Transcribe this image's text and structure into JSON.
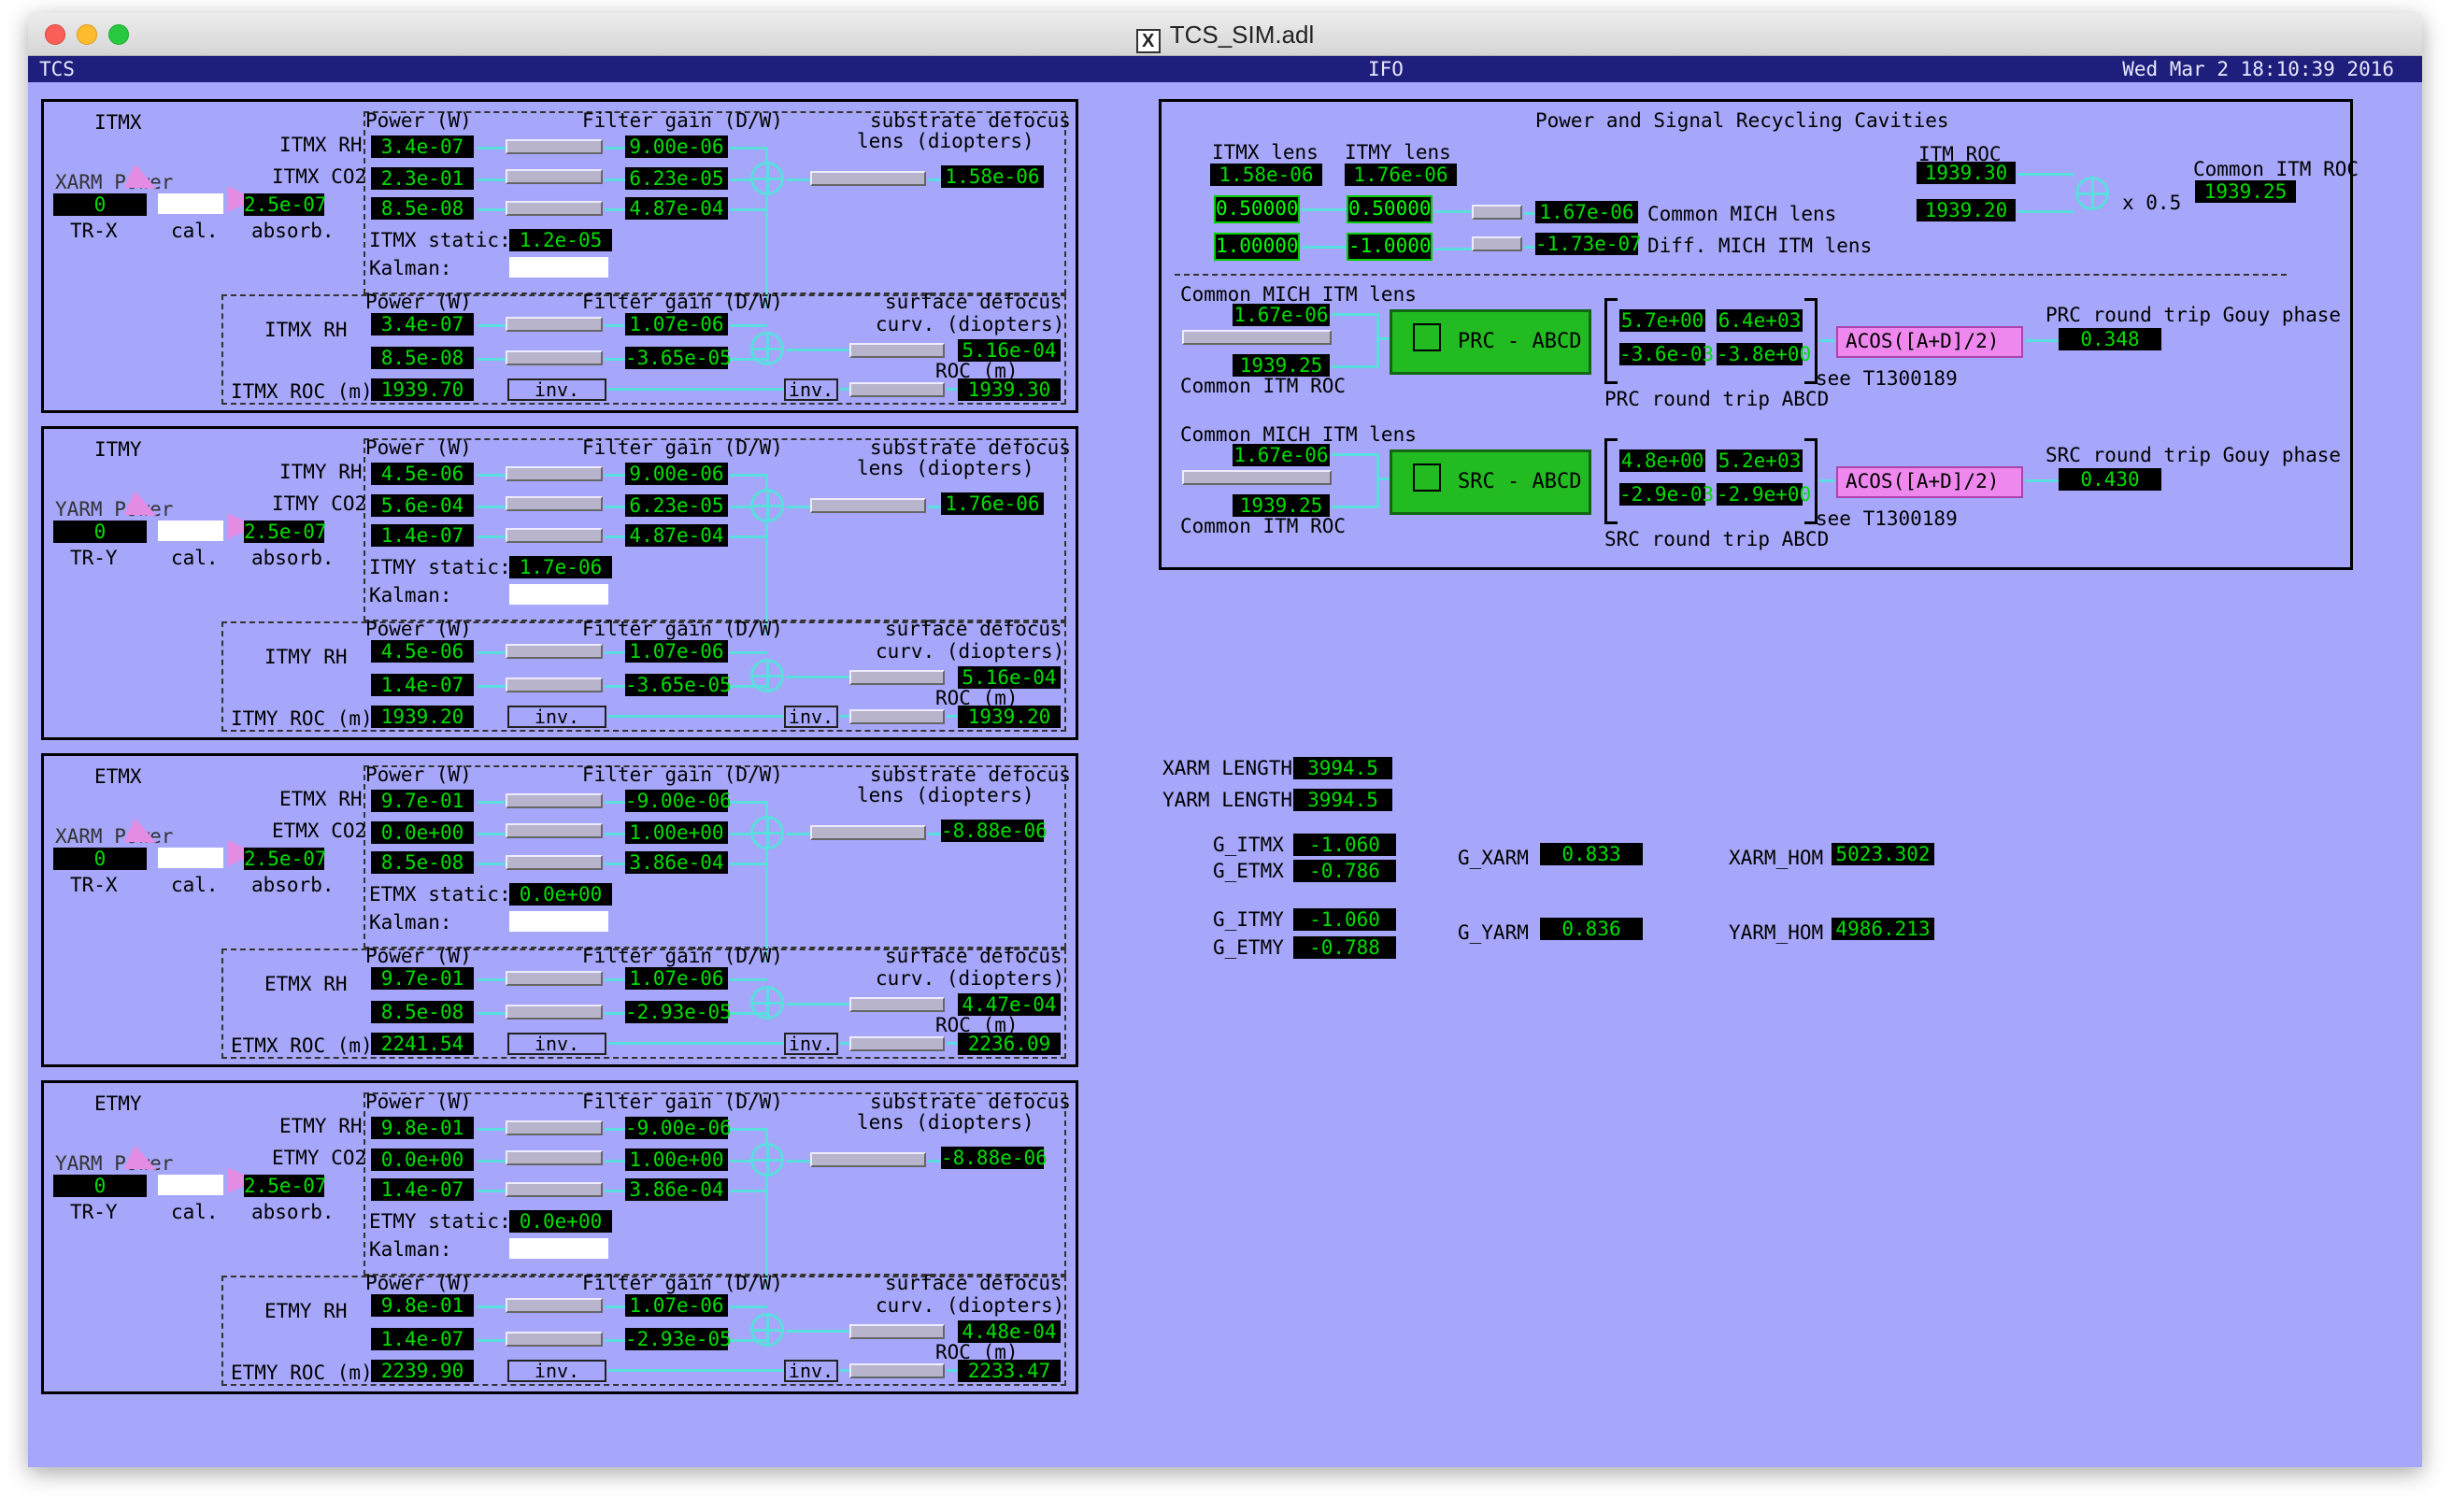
{
  "window": {
    "title": "TCS_SIM.adl"
  },
  "header": {
    "left": "TCS",
    "center": "IFO",
    "right": "Wed Mar  2 18:10:39 2016"
  },
  "labels": {
    "power": "Power (W)",
    "filter": "Filter gain (D/W)",
    "substrate": "substrate defocus",
    "lens": "lens (diopters)",
    "surface": "surface defocus",
    "curv": "curv. (diopters)",
    "roc": "ROC (m)",
    "kalman": "Kalman:",
    "inv": "inv.",
    "cal": "cal.",
    "absorb": "absorb."
  },
  "optics": [
    {
      "name": "ITMX",
      "arm_power": "XARM Power",
      "arm_val": "0",
      "tr": "TR-X",
      "rh_label": "ITMX RH",
      "co2_label": "ITMX CO2",
      "static_label": "ITMX static:",
      "rh2_label": "ITMX RH",
      "roc_label": "ITMX ROC (m)",
      "rh_p": "3.4e-07",
      "co2_p": "2.3e-01",
      "abs": "8.5e-08",
      "cal_v": "2.5e-07",
      "g1": "9.00e-06",
      "g2": "6.23e-05",
      "g3": "4.87e-04",
      "lens": "1.58e-06",
      "static": "1.2e-05",
      "rh2_p": "3.4e-07",
      "rh2_b": "8.5e-08",
      "g4": "1.07e-06",
      "g5": "-3.65e-05",
      "curv": "5.16e-04",
      "roc_in": "1939.70",
      "roc": "1939.30"
    },
    {
      "name": "ITMY",
      "arm_power": "YARM Power",
      "arm_val": "0",
      "tr": "TR-Y",
      "rh_label": "ITMY RH",
      "co2_label": "ITMY CO2",
      "static_label": "ITMY static:",
      "rh2_label": "ITMY RH",
      "roc_label": "ITMY ROC (m)",
      "rh_p": "4.5e-06",
      "co2_p": "5.6e-04",
      "abs": "1.4e-07",
      "cal_v": "2.5e-07",
      "g1": "9.00e-06",
      "g2": "6.23e-05",
      "g3": "4.87e-04",
      "lens": "1.76e-06",
      "static": "1.7e-06",
      "rh2_p": "4.5e-06",
      "rh2_b": "1.4e-07",
      "g4": "1.07e-06",
      "g5": "-3.65e-05",
      "curv": "5.16e-04",
      "roc_in": "1939.20",
      "roc": "1939.20"
    },
    {
      "name": "ETMX",
      "arm_power": "XARM Power",
      "arm_val": "0",
      "tr": "TR-X",
      "rh_label": "ETMX RH",
      "co2_label": "ETMX CO2",
      "static_label": "ETMX static:",
      "rh2_label": "ETMX RH",
      "roc_label": "ETMX ROC (m)",
      "rh_p": "9.7e-01",
      "co2_p": "0.0e+00",
      "abs": "8.5e-08",
      "cal_v": "2.5e-07",
      "g1": "-9.00e-06",
      "g2": "1.00e+00",
      "g3": "3.86e-04",
      "lens": "-8.88e-06",
      "static": "0.0e+00",
      "rh2_p": "9.7e-01",
      "rh2_b": "8.5e-08",
      "g4": "1.07e-06",
      "g5": "-2.93e-05",
      "curv": "4.47e-04",
      "roc_in": "2241.54",
      "roc": "2236.09"
    },
    {
      "name": "ETMY",
      "arm_power": "YARM Power",
      "arm_val": "0",
      "tr": "TR-Y",
      "rh_label": "ETMY RH",
      "co2_label": "ETMY CO2",
      "static_label": "ETMY static:",
      "rh2_label": "ETMY RH",
      "roc_label": "ETMY ROC (m)",
      "rh_p": "9.8e-01",
      "co2_p": "0.0e+00",
      "abs": "1.4e-07",
      "cal_v": "2.5e-07",
      "g1": "-9.00e-06",
      "g2": "1.00e+00",
      "g3": "3.86e-04",
      "lens": "-8.88e-06",
      "static": "0.0e+00",
      "rh2_p": "9.8e-01",
      "rh2_b": "1.4e-07",
      "g4": "1.07e-06",
      "g5": "-2.93e-05",
      "curv": "4.48e-04",
      "roc_in": "2239.90",
      "roc": "2233.47"
    }
  ],
  "prc": {
    "title": "Power and Signal Recycling Cavities",
    "itmx_lens_label": "ITMX lens",
    "itmx_lens": "1.58e-06",
    "itmy_lens_label": "ITMY lens",
    "itmy_lens": "1.76e-06",
    "in1": "0.50000",
    "in2": "0.50000",
    "in3": "1.00000",
    "in4": "-1.0000",
    "mich": "1.67e-06",
    "mich_label": "Common MICH lens",
    "diff": "-1.73e-07",
    "diff_label": "Diff. MICH ITM lens",
    "itm_roc_label": "ITM ROC",
    "itm_roc1": "1939.30",
    "itm_roc2": "1939.20",
    "half": "x 0.5",
    "common_roc_label": "Common ITM ROC",
    "common_roc": "1939.25",
    "prc_mich_label": "Common MICH ITM lens",
    "prc_mich": "1.67e-06",
    "prc_roc": "1939.25",
    "prc_roc_label": "Common ITM ROC",
    "prc_abcd": "PRC - ABCD",
    "prc_m": [
      "5.7e+00",
      "6.4e+03",
      "-3.6e-03",
      "-3.8e+00"
    ],
    "prc_rt": "PRC round trip ABCD",
    "see": "see T1300189",
    "acos": "ACOS([A+D]/2)",
    "prc_gouy_label": "PRC round trip Gouy phase",
    "prc_gouy": "0.348",
    "src_mich_label": "Common MICH ITM lens",
    "src_mich": "1.67e-06",
    "src_roc": "1939.25",
    "src_roc_label": "Common ITM ROC",
    "src_abcd": "SRC - ABCD",
    "src_m": [
      "4.8e+00",
      "5.2e+03",
      "-2.9e-03",
      "-2.9e+00"
    ],
    "src_rt": "SRC round trip ABCD",
    "src_gouy_label": "SRC round trip Gouy phase",
    "src_gouy": "0.430"
  },
  "arms": {
    "xlen_label": "XARM LENGTH",
    "xlen": "3994.5",
    "ylen_label": "YARM LENGTH",
    "ylen": "3994.5",
    "g_itmx_label": "G_ITMX",
    "g_itmx": "-1.060",
    "g_etmx_label": "G_ETMX",
    "g_etmx": "-0.786",
    "g_xarm_label": "G_XARM",
    "g_xarm": "0.833",
    "xhom_label": "XARM_HOM",
    "xhom": "5023.302",
    "g_itmy_label": "G_ITMY",
    "g_itmy": "-1.060",
    "g_etmy_label": "G_ETMY",
    "g_etmy": "-0.788",
    "g_yarm_label": "G_YARM",
    "g_yarm": "0.836",
    "yhom_label": "YARM_HOM",
    "yhom": "4986.213"
  },
  "colors": {
    "bg": "#a6a6fa",
    "wire": "#5adede",
    "field_fg": "#00dd00",
    "abcd": "#22bb22",
    "acos": "#ee88ee"
  }
}
